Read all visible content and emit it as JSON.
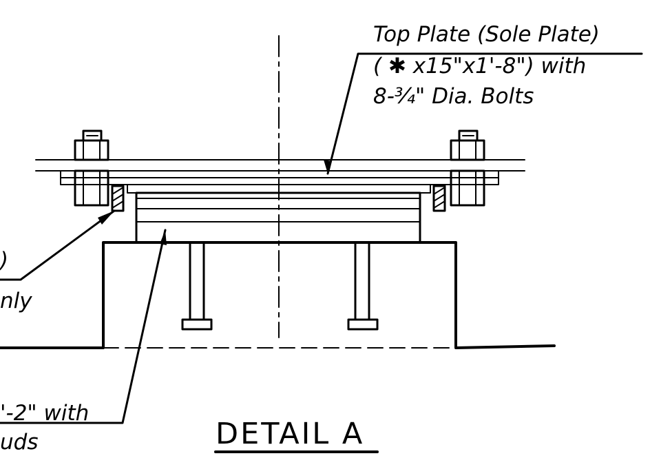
{
  "callouts": {
    "top_plate": {
      "line1": "Top Plate (Sole Plate)",
      "line2": "( ✱  x15\"x1'-8\") with",
      "line3": "8-¾\" Dia. Bolts"
    },
    "left_upper": {
      "line1": ")",
      "line2": "nly"
    },
    "left_lower": {
      "line1": "'-2\" with",
      "line2": "uds"
    }
  },
  "detail_title": "DETAIL A"
}
